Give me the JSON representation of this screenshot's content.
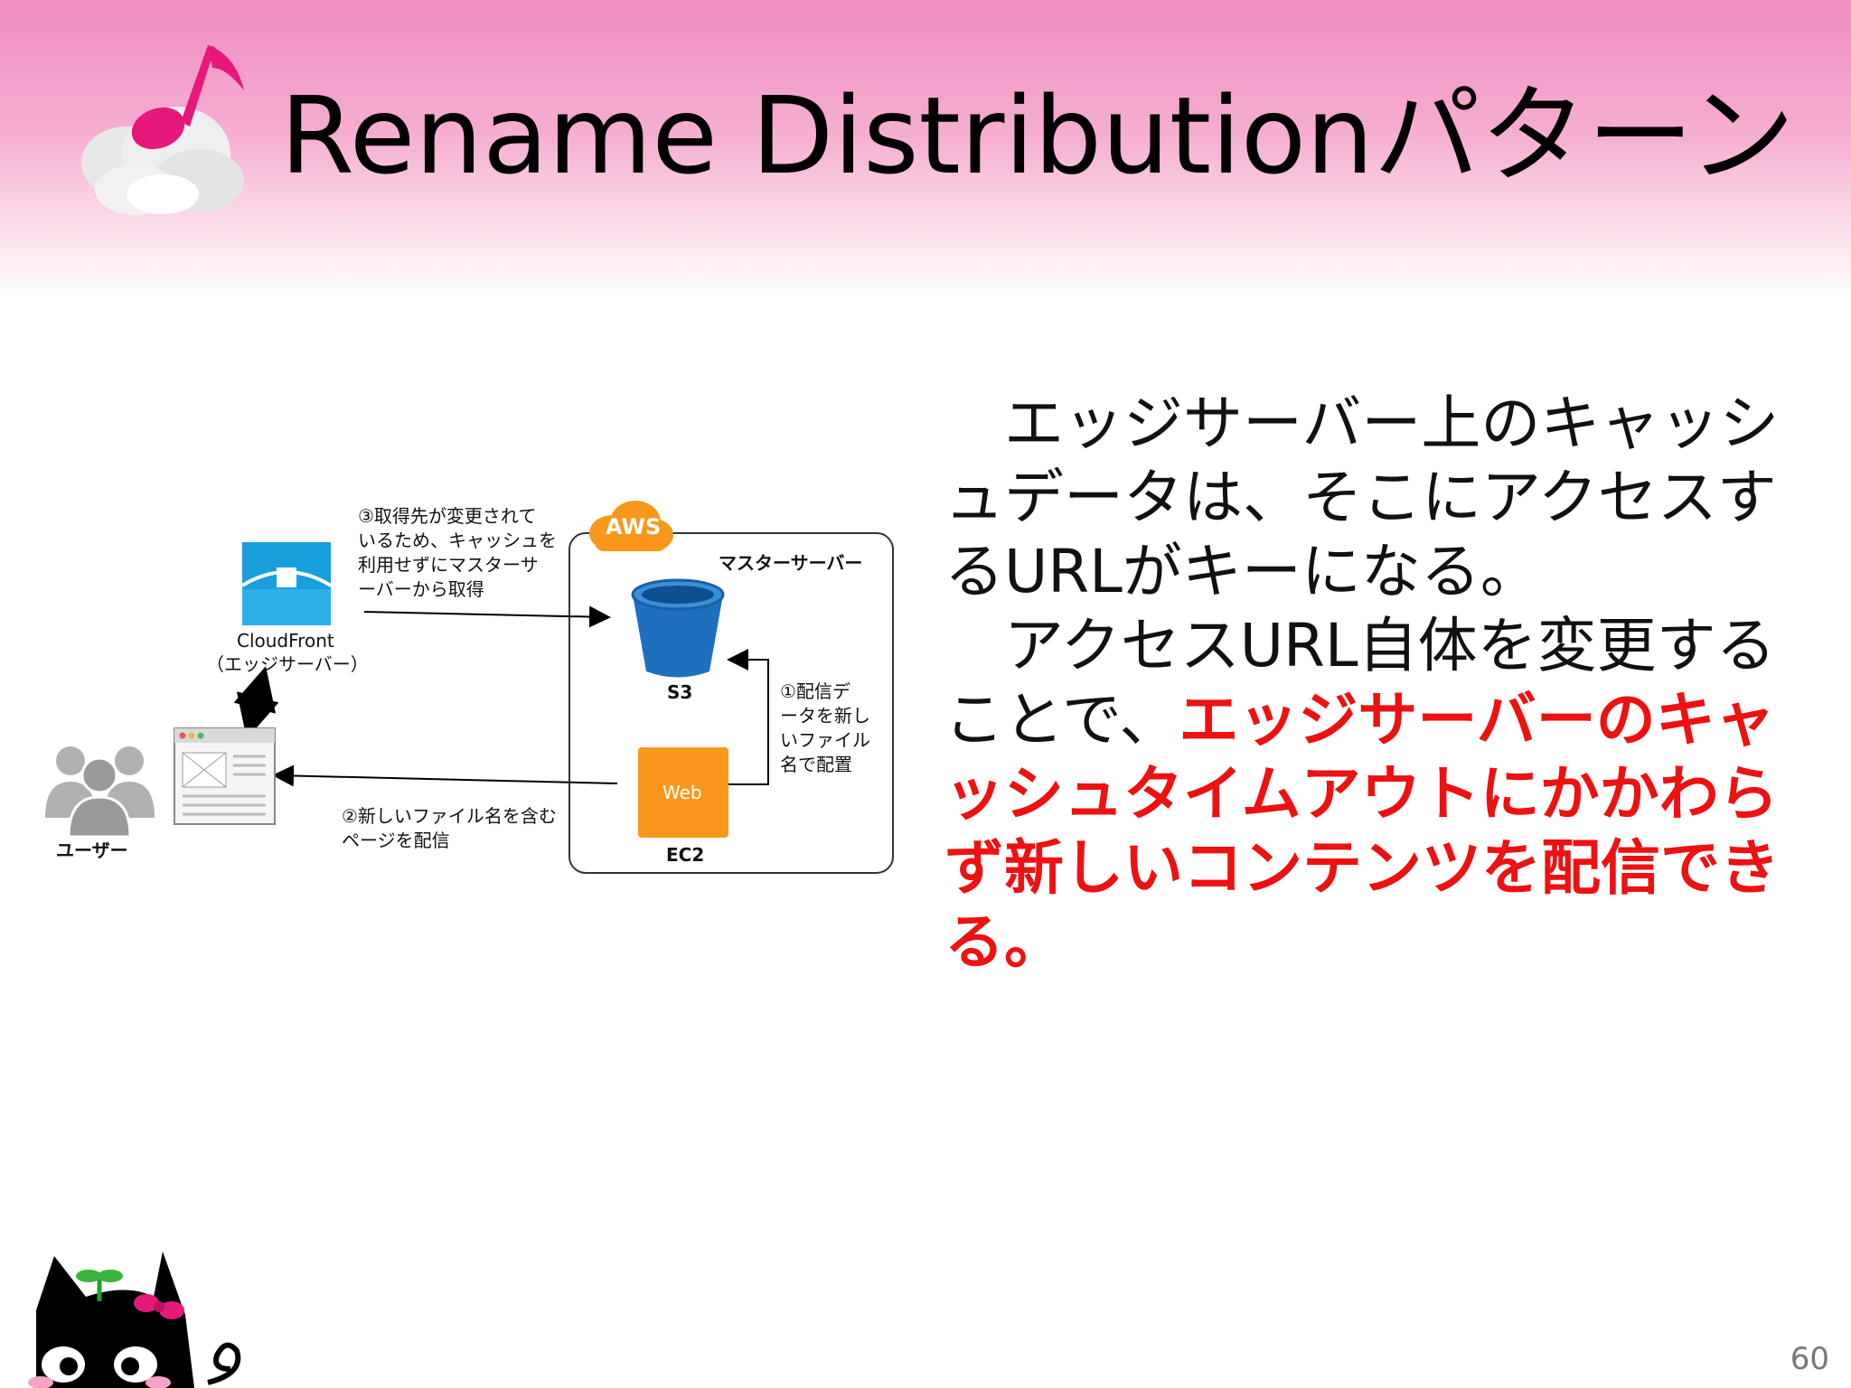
{
  "slide": {
    "title": "Rename Distributionパターン",
    "page_number": "60"
  },
  "diagram": {
    "aws_badge": "AWS",
    "master_server_label": "マスターサーバー",
    "s3_label": "S3",
    "ec2_label": "EC2",
    "web_label": "Web",
    "cloudfront_label": "CloudFront",
    "cloudfront_sub": "（エッジサーバー）",
    "user_label": "ユーザー",
    "step3_lines": [
      "③取得先が変更されて",
      "いるため、キャッシュを",
      "利用せずにマスターサ",
      "ーバーから取得"
    ],
    "step1_lines": [
      "①配信デ",
      "ータを新し",
      "いファイル",
      "名で配置"
    ],
    "step2_lines": [
      "②新しいファイル名を含む",
      "ページを配信"
    ]
  },
  "body": {
    "para1": "エッジサーバー上のキャッシュデータは、そこにアクセスするURLがキーになる。",
    "para2_normal": "アクセスURL自体を変更することで、",
    "para2_highlight": "エッジサーバーのキャッシュタイムアウトにかかわらず新しいコンテンツを配信できる。"
  },
  "colors": {
    "header_pink": "#f08dc0",
    "highlight_red": "#ee1111",
    "aws_orange": "#f7981d",
    "s3_blue": "#1f6fbf",
    "cloudfront_blue": "#1a9fdd",
    "ec2_orange": "#f7981d"
  },
  "icons": [
    "music-note-cloud-icon",
    "aws-cloud-icon",
    "s3-bucket-icon",
    "ec2-web-icon",
    "cloudfront-icon",
    "browser-window-icon",
    "users-group-icon",
    "black-cat-icon"
  ]
}
